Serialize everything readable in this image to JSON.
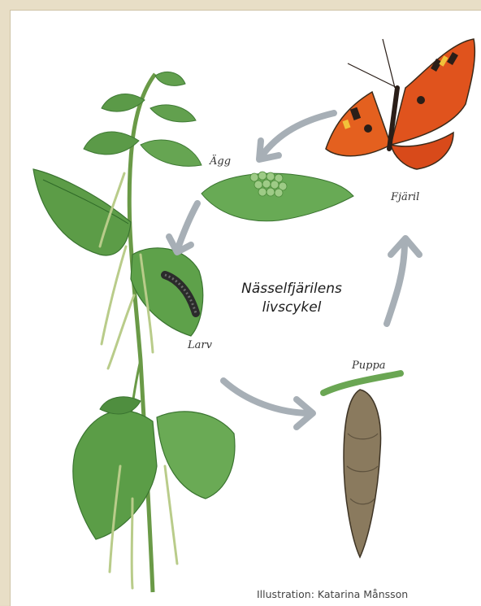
{
  "title_line1": "Nässelfjärilens",
  "title_line2": "livscykel",
  "stages": {
    "egg": "Ägg",
    "butterfly": "Fjäril",
    "larva": "Larv",
    "pupa": "Puppa"
  },
  "credit": "Illustration: Katarina Månsson",
  "colors": {
    "frame": "#e8dec6",
    "arrow": "#a7afb6",
    "leaf": "#5e9e4c",
    "butterfly_orange": "#e0531d"
  }
}
